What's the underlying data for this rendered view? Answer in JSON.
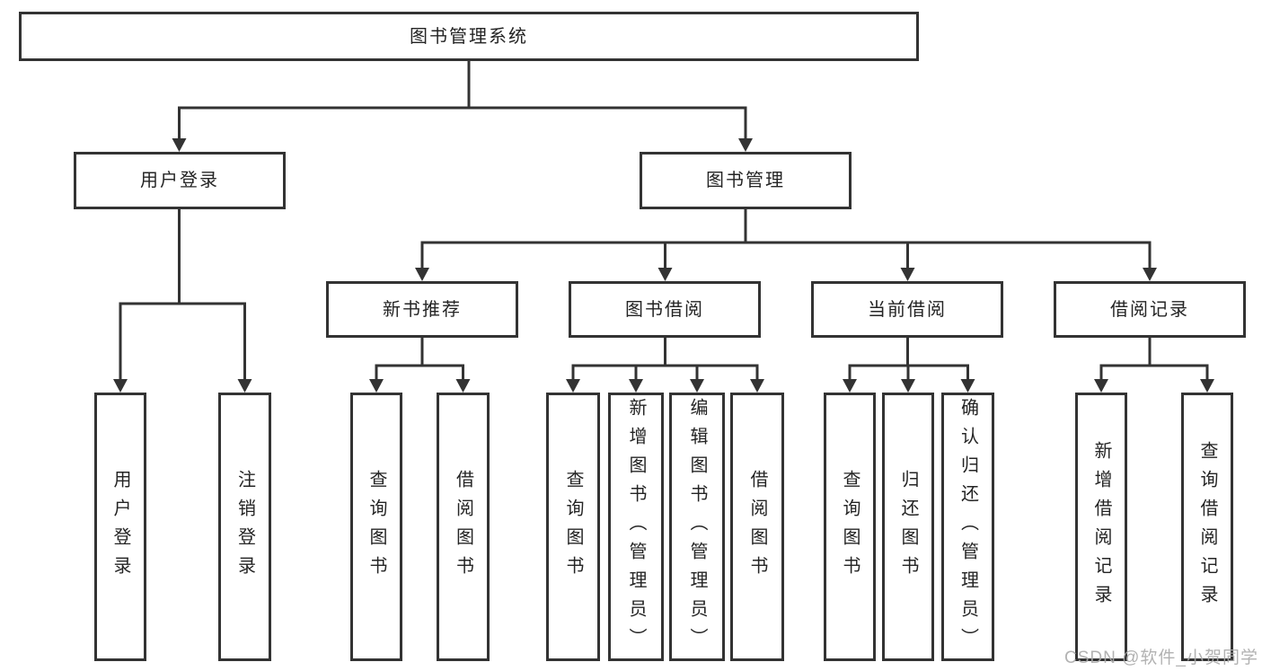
{
  "tree": {
    "label": "图书管理系统",
    "children": [
      {
        "label": "用户登录",
        "children": [
          {
            "label": "用户登录"
          },
          {
            "label": "注销登录"
          }
        ]
      },
      {
        "label": "图书管理",
        "children": [
          {
            "label": "新书推荐",
            "children": [
              {
                "label": "查询图书"
              },
              {
                "label": "借阅图书"
              }
            ]
          },
          {
            "label": "图书借阅",
            "children": [
              {
                "label": "查询图书"
              },
              {
                "label": "新增图书（管理员）"
              },
              {
                "label": "编辑图书（管理员）"
              },
              {
                "label": "借阅图书"
              }
            ]
          },
          {
            "label": "当前借阅",
            "children": [
              {
                "label": "查询图书"
              },
              {
                "label": "归还图书"
              },
              {
                "label": "确认归还（管理员）"
              }
            ]
          },
          {
            "label": "借阅记录",
            "children": [
              {
                "label": "新增借阅记录"
              },
              {
                "label": "查询借阅记录"
              }
            ]
          }
        ]
      }
    ]
  },
  "watermark": {
    "text": "CSDN @软件_小贺同学"
  },
  "colors": {
    "line": "#333333",
    "text": "#242424",
    "background": "#ffffff",
    "watermark": "#aaaaaa"
  }
}
